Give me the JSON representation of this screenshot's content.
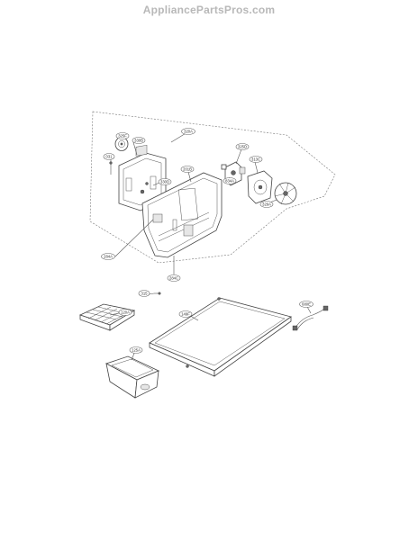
{
  "header": {
    "site": "AppliancePartsPros.com"
  },
  "labels": {
    "l_320a": "320A",
    "l_325f": "325F",
    "l_330b": "330B",
    "l_031": "031",
    "l_330d": "330D",
    "l_201b": "201B",
    "l_325d": "325D",
    "l_313c": "313C",
    "l_834a": "834A",
    "l_329a": "329A",
    "l_284a": "284A",
    "l_284c": "284C",
    "l_315": "315",
    "l_120a": "120A",
    "l_149f": "149F",
    "l_680e": "680E",
    "l_125a": "125A"
  }
}
